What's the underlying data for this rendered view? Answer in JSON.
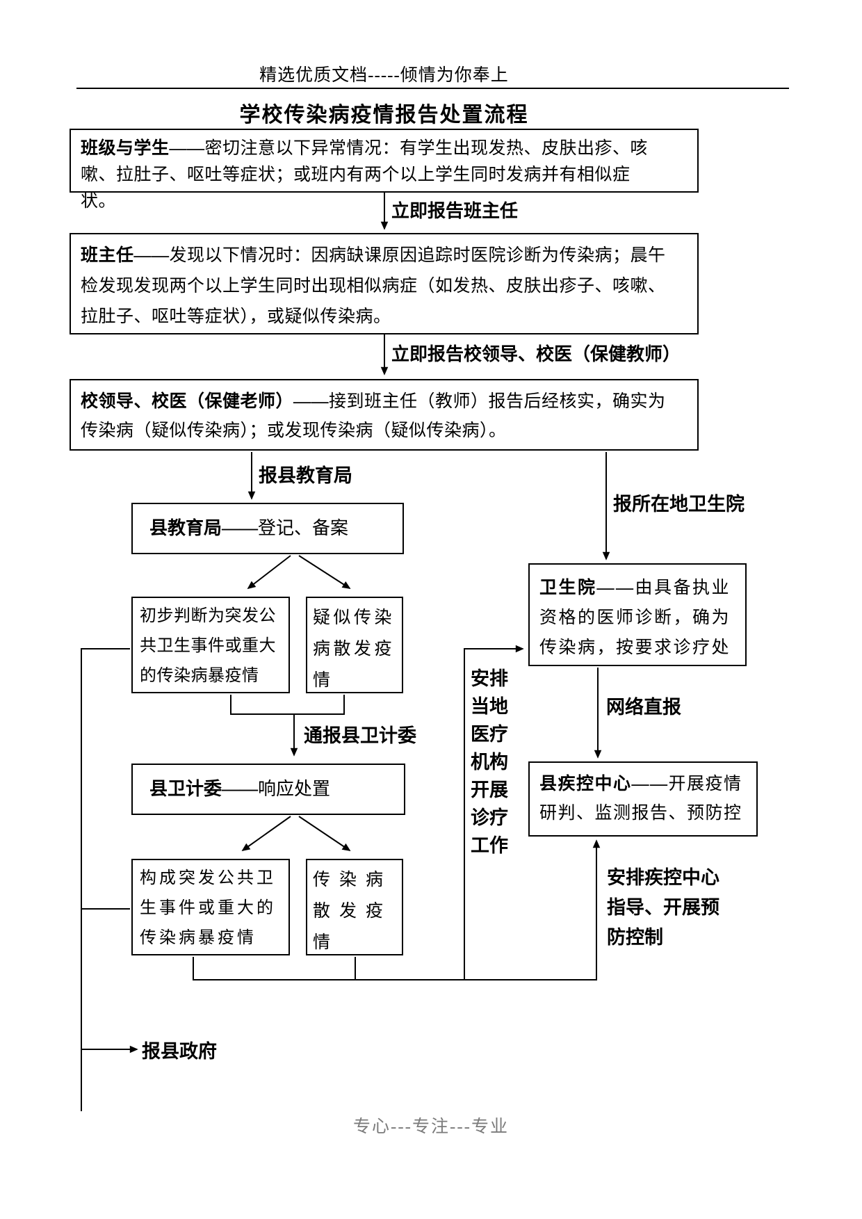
{
  "header": {
    "slogan": "精选优质文档-----倾情为你奉上",
    "title": "学校传染病疫情报告处置流程"
  },
  "flowchart": {
    "boxes": {
      "class_students": {
        "lead": "班级与学生——",
        "body": "密切注意以下异常情况：有学生出现发热、皮肤出疹、咳嗽、拉肚子、呕吐等症状；或班内有两个以上学生同时发病并有相似症状。"
      },
      "head_teacher": {
        "lead": "班主任——",
        "body": "发现以下情况时：因病缺课原因追踪时医院诊断为传染病；晨午检发现发现两个以上学生同时出现相似病症（如发热、皮肤出疹子、咳嗽、拉肚子、呕吐等症状），或疑似传染病。"
      },
      "school_leader": {
        "lead": "校领导、校医（保健老师）——",
        "body": "接到班主任（教师）报告后经核实，确实为传染病（疑似传染病）；或发现传染病（疑似传染病）。"
      },
      "edu_bureau": {
        "lead": "县教育局——",
        "body": "登记、备案"
      },
      "judged_emergency": "初步判断为突发公共卫生事件或重大的传染病暴疫情",
      "suspected_sporadic": "疑似传染病散发疫情",
      "health_commission": {
        "lead": "县卫计委——",
        "body": "响应处置"
      },
      "constituted_emergency": "构成突发公共卫生事件或重大的传染病暴疫情",
      "sporadic": "传染病散发疫情",
      "health_center": {
        "lead": "卫生院——",
        "body": "由具备执业资格的医师诊断，确为传染病，按要求诊疗处"
      },
      "cdc": {
        "lead": "县疾控中心——",
        "body": "开展疫情研判、监测报告、预防控"
      }
    },
    "labels": {
      "report_head_teacher": "立即报告班主任",
      "report_school_leader": "立即报告校领导、校医（保健教师）",
      "report_edu_bureau": "报县教育局",
      "report_health_center": "报所在地卫生院",
      "notify_committee": "通报县卫计委",
      "network_report": "网络直报",
      "arrange_local_medical": "安排当地医疗机构开展诊疗工作",
      "arrange_cdc": "安排疾控中心指导、开展预防控制",
      "report_county_gov": "报县政府"
    }
  },
  "footer": {
    "text": "专心---专注---专业"
  },
  "colors": {
    "ink": "#000000",
    "footer_text": "#7b7b7b",
    "background": "#ffffff"
  }
}
